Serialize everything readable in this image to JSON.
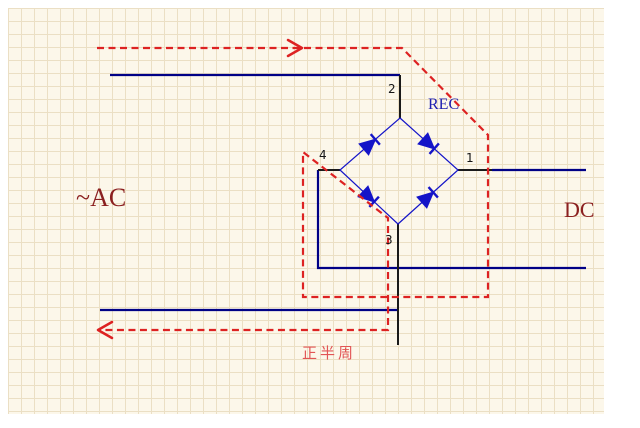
{
  "labels": {
    "ac": "~AC",
    "dc": "DC",
    "rec": "REC",
    "pin1": "1",
    "pin2": "2",
    "pin3": "3",
    "pin4": "4",
    "caption": "正半周"
  },
  "colors": {
    "background": "#fcf7ea",
    "grid": "#ebdfc4",
    "wire_blue": "#000086",
    "wire_black": "#1a1a1a",
    "diode_blue": "#1414c8",
    "flow_red": "#dd2222",
    "label_dark_red": "#8b2020",
    "rec_blue": "#2020b0",
    "caption_red": "#e25555"
  }
}
